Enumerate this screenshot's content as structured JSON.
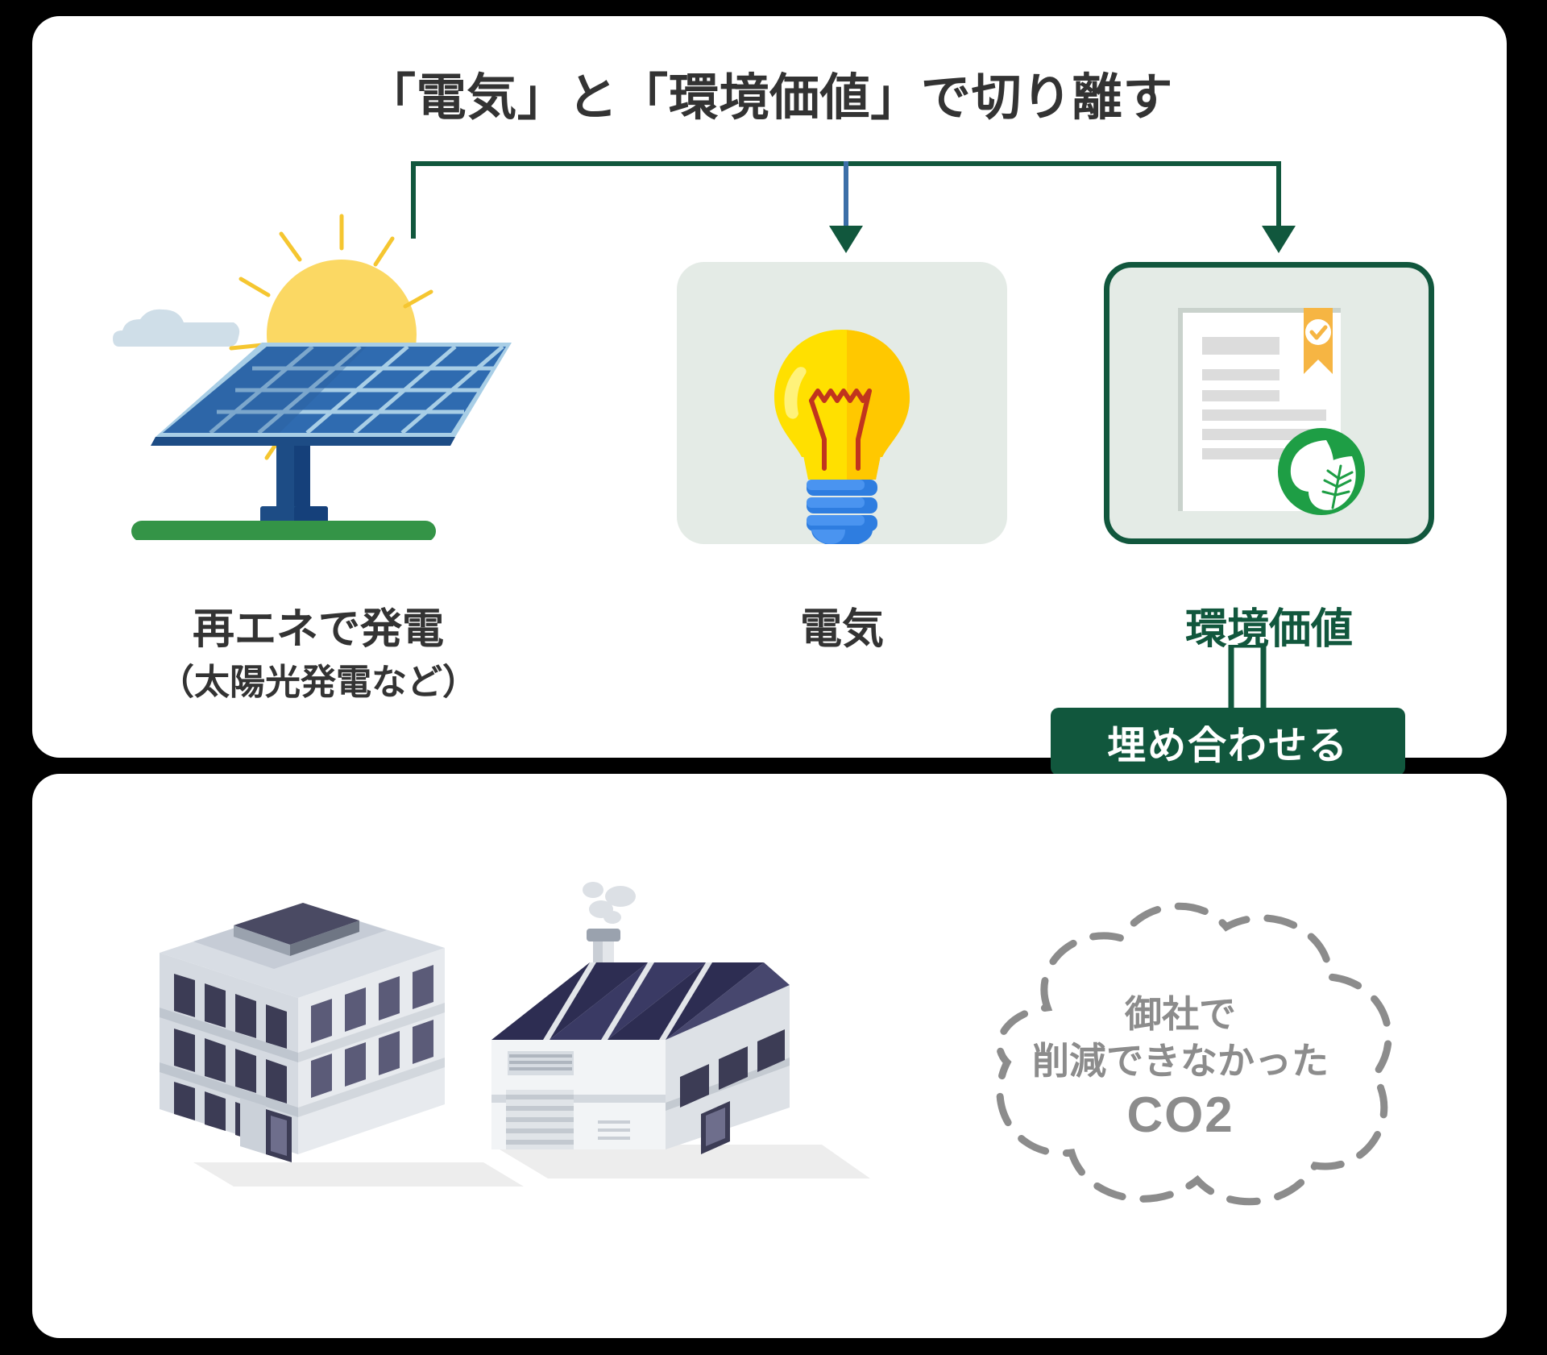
{
  "diagram": {
    "title": "「電気」と「環境価値」で切り離す",
    "colors": {
      "dark_green": "#11573D",
      "blue_line": "#3C6FA8",
      "card_bg": "#E4EBE6",
      "sun_yellow": "#FBD863",
      "bulb_yellow": "#FFE000",
      "panel_blue": "#2F6BB0",
      "ground_green": "#349447",
      "ribbon_orange": "#F6B543",
      "badge_green": "#1E9E45",
      "co2_gray": "#8C8C8C",
      "text_dark": "#333333"
    },
    "top_section": {
      "columns": [
        {
          "icon": "solar-panel-icon",
          "label": "再エネで発電",
          "sublabel": "（太陽光発電など）"
        },
        {
          "icon": "lightbulb-icon",
          "label": "電気",
          "sublabel": ""
        },
        {
          "icon": "certificate-icon",
          "label": "環境価値",
          "sublabel": ""
        }
      ]
    },
    "offset": {
      "badge_label": "埋め合わせる"
    },
    "bottom_section": {
      "buildings_icon": "office-and-factory-icon",
      "co2_cloud": {
        "line1": "御社で",
        "line2": "削減できなかった",
        "line3": "CO2"
      }
    }
  }
}
